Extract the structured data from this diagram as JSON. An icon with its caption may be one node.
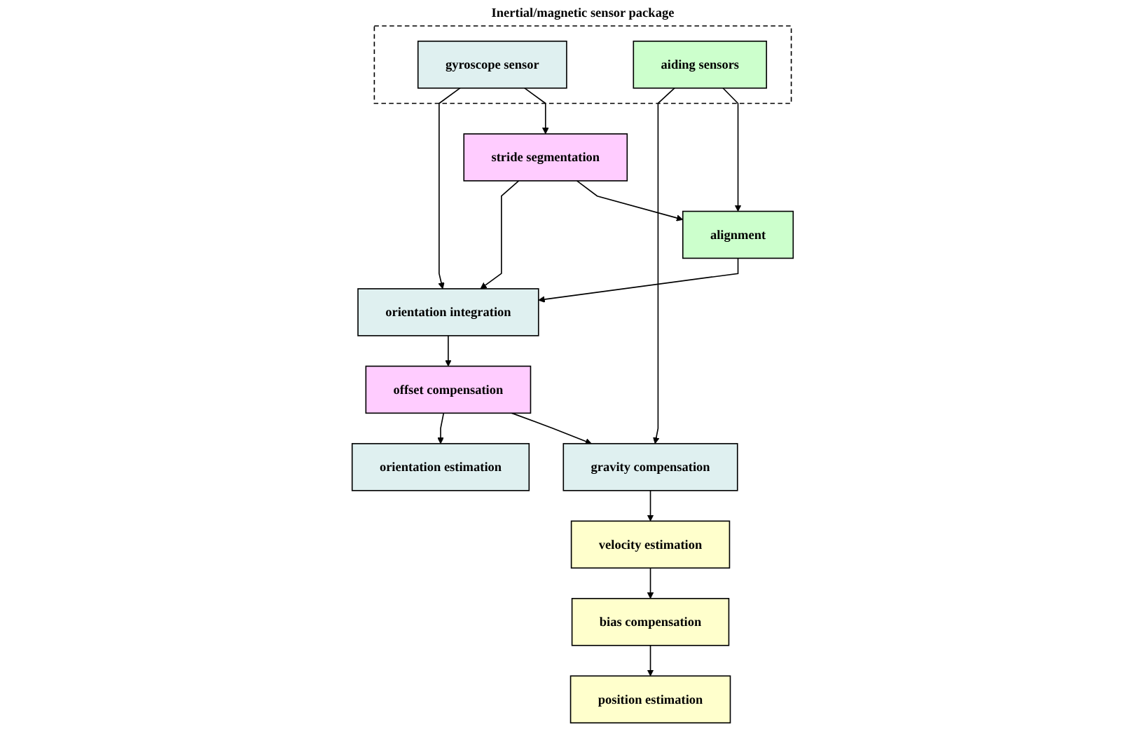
{
  "diagram": {
    "nodes": [
      {
        "text": [
          "Inertial/magnetic sensor package"
        ]
      },
      {
        "text": [
          "gyroscope sensor"
        ],
        "in": 0
      },
      {
        "text": [
          "aiding sensors"
        ],
        "in": 0
      },
      {
        "text": [
          "stride segmentation"
        ]
      },
      {
        "text": [
          "alignment"
        ]
      },
      {
        "text": [
          "gravity compensation"
        ]
      },
      {
        "text": [
          "velocity estimation"
        ]
      },
      {
        "text": [
          "orientation integration"
        ]
      },
      {
        "text": [
          "offset compensation"
        ]
      },
      {
        "text": [
          "bias compensation"
        ]
      },
      {
        "text": [
          "orientation estimation"
        ]
      },
      {
        "text": [
          "position estimation"
        ]
      }
    ],
    "edges": [
      {
        "from": 1,
        "to": 3,
        "arrow": "to"
      },
      {
        "from": 2,
        "to": 4,
        "arrow": "to"
      },
      {
        "from": 2,
        "to": 5,
        "arrow": "to"
      },
      {
        "from": 3,
        "to": 4,
        "arrow": "to"
      },
      {
        "from": 3,
        "to": 7,
        "arrow": "to"
      },
      {
        "from": 1,
        "to": 7,
        "arrow": "to"
      },
      {
        "from": 4,
        "to": 7,
        "arrow": "to"
      },
      {
        "from": 7,
        "to": 8,
        "arrow": "to"
      },
      {
        "from": 8,
        "to": 5,
        "arrow": "to"
      },
      {
        "from": 5,
        "to": 6,
        "arrow": "to"
      },
      {
        "from": 6,
        "to": 9,
        "arrow": "to"
      },
      {
        "from": 8,
        "to": 10,
        "arrow": "to"
      },
      {
        "from": 9,
        "to": 11,
        "arrow": "to"
      }
    ]
  }
}
